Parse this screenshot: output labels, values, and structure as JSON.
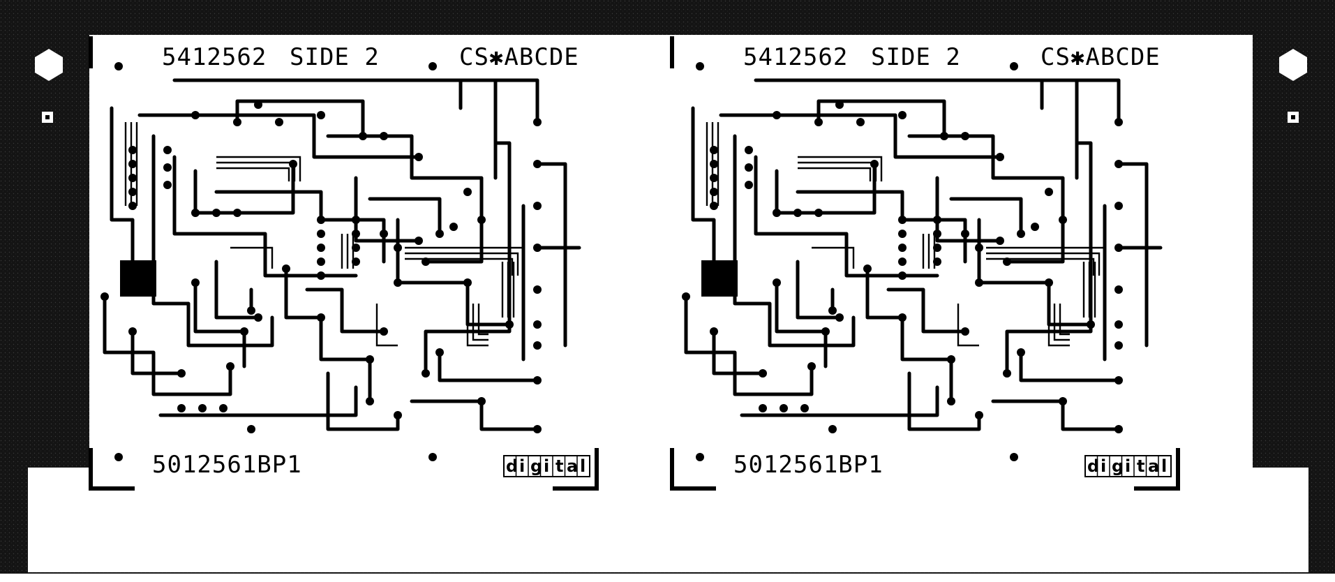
{
  "artwork": {
    "description_free": true,
    "colors": {
      "ink": "#000000",
      "paper": "#ffffff",
      "frame": "#1a1a1a"
    },
    "boards": [
      {
        "part_number": "5412562",
        "side_label": "SIDE 2",
        "revision_code": "CS✱ABCDE",
        "board_id": "5012561BP1",
        "logo_letters": [
          "d",
          "i",
          "g",
          "i",
          "t",
          "a",
          "l"
        ]
      },
      {
        "part_number": "5412562",
        "side_label": "SIDE 2",
        "revision_code": "CS✱ABCDE",
        "board_id": "5012561BP1",
        "logo_letters": [
          "d",
          "i",
          "g",
          "i",
          "t",
          "a",
          "l"
        ]
      }
    ]
  }
}
